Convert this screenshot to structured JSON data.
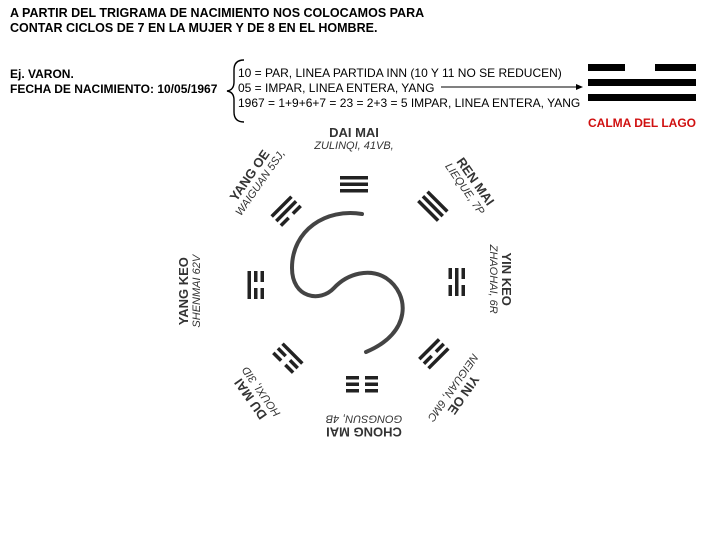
{
  "heading": {
    "line1": "A PARTIR DEL TRIGRAMA DE NACIMIENTO NOS COLOCAMOS PARA",
    "line2": "CONTAR CICLOS DE 7 EN LA MUJER Y DE 8 EN EL HOMBRE."
  },
  "example": {
    "line1": "Ej. VARON.",
    "line2": "FECHA DE NACIMIENTO: 10/05/1967"
  },
  "calculation": {
    "line1": "10 = PAR, LINEA PARTIDA INN (10 Y 11 NO SE REDUCEN)",
    "line2": "05 = IMPAR, LINEA ENTERA, YANG",
    "line3": "1967 = 1+9+6+7 = 23 = 2+3 = 5 IMPAR, LINEA ENTERA, YANG"
  },
  "result": {
    "lines_top_to_bottom": [
      "broken",
      "solid",
      "solid"
    ],
    "label": "CALMA DEL LAGO",
    "label_color": "#d01010"
  },
  "wheel": {
    "vessels": [
      {
        "name": "DAI MAI",
        "point": "ZULINQI, 41VB,"
      },
      {
        "name": "REN MAI",
        "point": "LIEQUE, 7P"
      },
      {
        "name": "YIN KEO",
        "point": "ZHAOHAI, 6R"
      },
      {
        "name": "YIN OE",
        "point": "NEIGUAN, 6MC"
      },
      {
        "name": "CHONG MAI",
        "point": "GONGSUN, 4B"
      },
      {
        "name": "DU MAI",
        "point": "HOUXI, 3ID"
      },
      {
        "name": "YANG KEO",
        "point": "SHENMAI 62V"
      },
      {
        "name": "YANG OE",
        "point": "WAIGUAN 5SJ,"
      }
    ]
  }
}
